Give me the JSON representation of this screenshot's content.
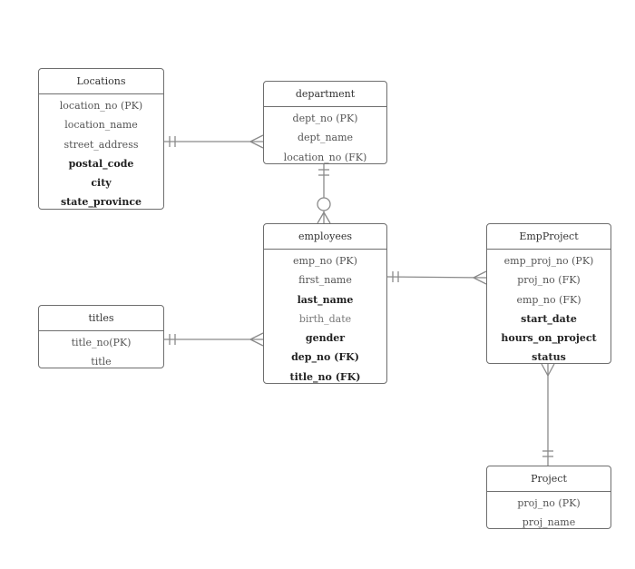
{
  "entities": {
    "locations": {
      "title": "Locations",
      "attrs": [
        "location_no (PK)",
        "location_name",
        "street_address",
        "postal_code",
        "city",
        "state_province"
      ]
    },
    "department": {
      "title": "department",
      "attrs": [
        "dept_no (PK)",
        "dept_name",
        "location_no (FK)"
      ]
    },
    "employees": {
      "title": "employees",
      "attrs": [
        "emp_no (PK)",
        "first_name",
        "last_name",
        "birth_date",
        "gender",
        "dep_no (FK)",
        "title_no (FK)"
      ]
    },
    "titles": {
      "title": "titles",
      "attrs": [
        "title_no(PK)",
        "title"
      ]
    },
    "empproject": {
      "title": "EmpProject",
      "attrs": [
        "emp_proj_no (PK)",
        "proj_no (FK)",
        "emp_no (FK)",
        "start_date",
        "hours_on_project",
        "status"
      ]
    },
    "project": {
      "title": "Project",
      "attrs": [
        "proj_no (PK)",
        "proj_name"
      ]
    }
  },
  "relationships": [
    {
      "from": "locations",
      "to": "department",
      "from_end": "one-and-only-one",
      "to_end": "many"
    },
    {
      "from": "department",
      "to": "employees",
      "from_end": "one-and-only-one",
      "to_end": "zero-or-many"
    },
    {
      "from": "employees",
      "to": "empproject",
      "from_end": "one-and-only-one",
      "to_end": "many"
    },
    {
      "from": "titles",
      "to": "employees",
      "from_end": "one-and-only-one",
      "to_end": "many"
    },
    {
      "from": "project",
      "to": "empproject",
      "from_end": "one-and-only-one",
      "to_end": "many"
    }
  ],
  "colors": {
    "line": "#8a8a8a",
    "border": "#6e6e6e",
    "text": "#3a3a3a"
  }
}
